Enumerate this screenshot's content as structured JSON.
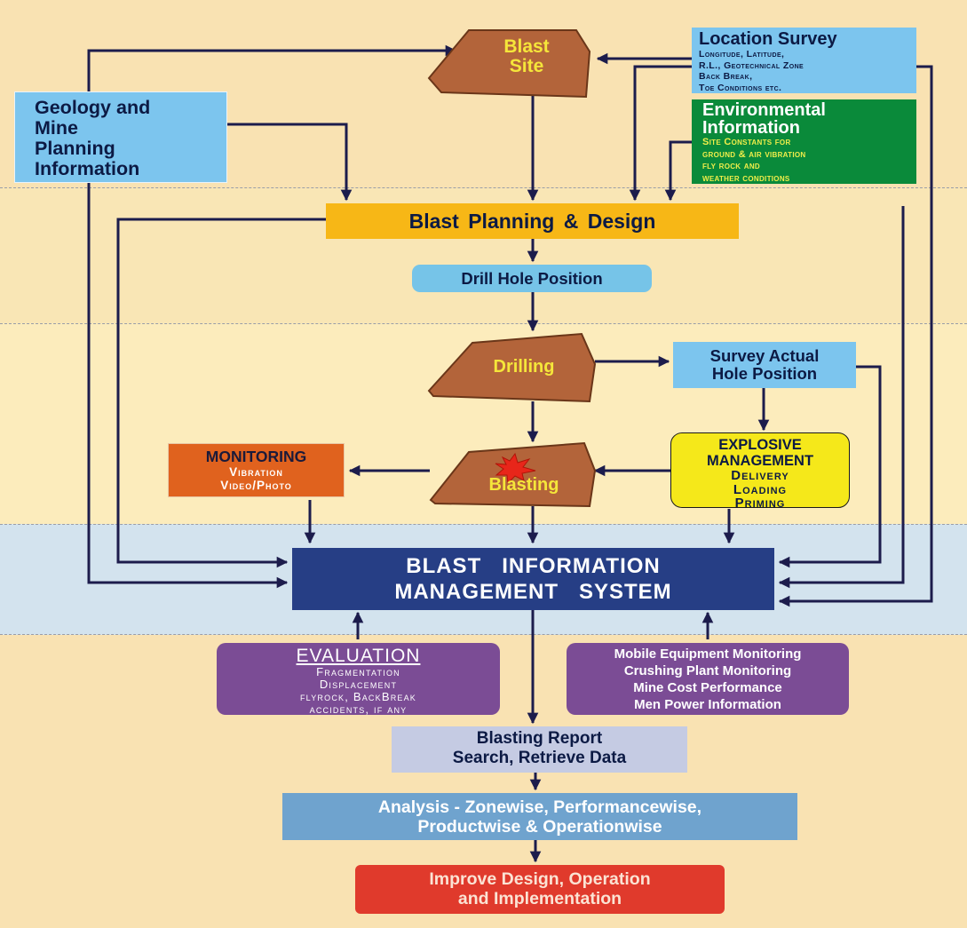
{
  "blast_site": {
    "line1": "Blast",
    "line2": "Site"
  },
  "location_survey": {
    "title": "Location Survey",
    "lines": [
      "Longitude, Latitude,",
      "R.L., Geotechnical Zone",
      "Back Break,",
      "Toe Conditions etc."
    ]
  },
  "geology": {
    "lines": [
      "Geology and",
      "Mine",
      "Planning",
      "Information"
    ]
  },
  "environmental": {
    "title_lines": [
      "Environmental",
      "Information"
    ],
    "lines": [
      "Site Constants for",
      "ground & air vibration",
      "fly rock and",
      "weather conditions"
    ]
  },
  "blast_planning": {
    "label": "Blast Planning  &  Design"
  },
  "drill_hole_position": {
    "label": "Drill Hole Position"
  },
  "drilling": {
    "label": "Drilling"
  },
  "survey_actual": {
    "lines": [
      "Survey Actual",
      "Hole Position"
    ]
  },
  "monitoring": {
    "title": "MONITORING",
    "lines": [
      "Vibration",
      "Video/Photo"
    ]
  },
  "blasting": {
    "label": "Blasting"
  },
  "explosive": {
    "title_lines": [
      "EXPLOSIVE",
      "MANAGEMENT"
    ],
    "lines": [
      "Delivery",
      "Loading",
      "Priming"
    ]
  },
  "bims": {
    "lines": [
      "BLAST   INFORMATION",
      "MANAGEMENT   SYSTEM"
    ]
  },
  "evaluation": {
    "title": "EVALUATION",
    "lines": [
      "Fragmentation",
      "Displacement",
      "flyrock, BackBreak",
      "accidents, if any"
    ]
  },
  "mobile": {
    "lines": [
      "Mobile Equipment Monitoring",
      "Crushing Plant Monitoring",
      "Mine Cost Performance",
      "Men Power Information"
    ]
  },
  "report": {
    "lines": [
      "Blasting Report",
      "Search, Retrieve Data"
    ]
  },
  "analysis": {
    "lines": [
      "Analysis - Zonewise, Performancewise,",
      "Productwise & Operationwise"
    ]
  },
  "improve": {
    "lines": [
      "Improve Design, Operation",
      "and Implementation"
    ]
  },
  "colors": {
    "navy": "#263e85",
    "arrow": "#1c1c4c",
    "sky": "#7cc5ee",
    "green": "#0a8a3a",
    "amber": "#f7b716",
    "shape_brown": "#b3643a",
    "purple": "#7b4c95",
    "red": "#e03a2c",
    "yellow": "#f5e81a"
  }
}
